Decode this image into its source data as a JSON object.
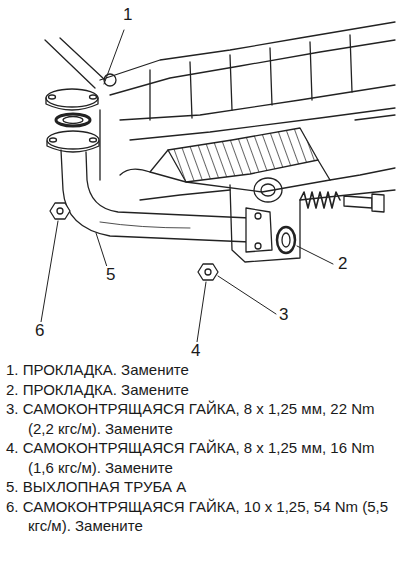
{
  "diagram": {
    "labels": [
      "1",
      "2",
      "3",
      "4",
      "5",
      "6",
      "1. ПРОКЛАДКА. Замените",
      "2. ПРОКЛАДКА. Замените",
      "3. САМОКОНТРЯЩАЯСЯ ГАЙКА, 8 х 1,25 мм, 22 Nm (2,2 кгс/м). Замените",
      "4. САМОКОНТРЯЩАЯСЯ ГАЙКА, 8 х 1,25 мм, 16 Nm (1,6 кгс/м). Замените",
      "5. ВЫХЛОПНАЯ ТРУБА А",
      "6. САМОКОНТРЯЩАЯСЯ ГАЙКА, 10 х 1,25, 54 Nm (5,5 кгс/м). Замените"
    ]
  }
}
